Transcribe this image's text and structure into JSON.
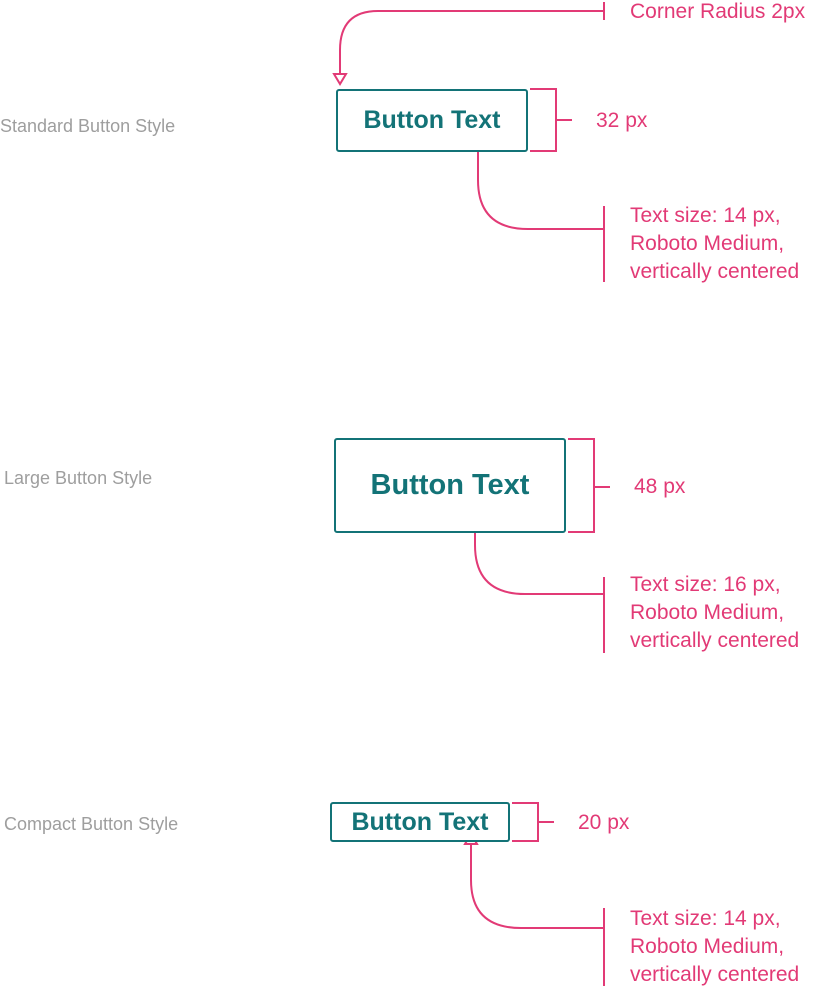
{
  "annotation_color": "#e23a76",
  "button_color": "#137377",
  "label_color": "#9e9e9e",
  "corner_radius_note": "Corner Radius 2px",
  "styles": [
    {
      "label": "Standard Button Style",
      "button_text": "Button Text",
      "height_note": "32 px",
      "text_note": [
        "Text size: 14 px,",
        "Roboto Medium,",
        "vertically centered"
      ]
    },
    {
      "label": "Large Button Style",
      "button_text": "Button Text",
      "height_note": "48 px",
      "text_note": [
        "Text size: 16 px,",
        "Roboto Medium,",
        "vertically centered"
      ]
    },
    {
      "label": "Compact Button Style",
      "button_text": "Button Text",
      "height_note": "20 px",
      "text_note": [
        "Text size: 14 px,",
        "Roboto Medium,",
        "vertically centered"
      ]
    }
  ]
}
